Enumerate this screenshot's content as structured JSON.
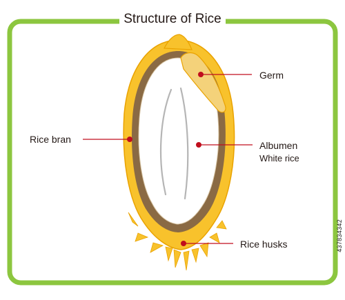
{
  "title": "Structure of Rice",
  "labels": {
    "germ": "Germ",
    "rice_bran": "Rice bran",
    "albumen": "Albumen",
    "white_rice": "White rice",
    "rice_husks": "Rice husks"
  },
  "stock_id": "437834342",
  "colors": {
    "frame": "#8cc63f",
    "husk": "#f8c22c",
    "husk_dark": "#e9a200",
    "bran": "#8a6a44",
    "germ": "#f4d27a",
    "albumen": "#ffffff",
    "leader": "#c00e1d",
    "dot": "#c00e1d"
  }
}
